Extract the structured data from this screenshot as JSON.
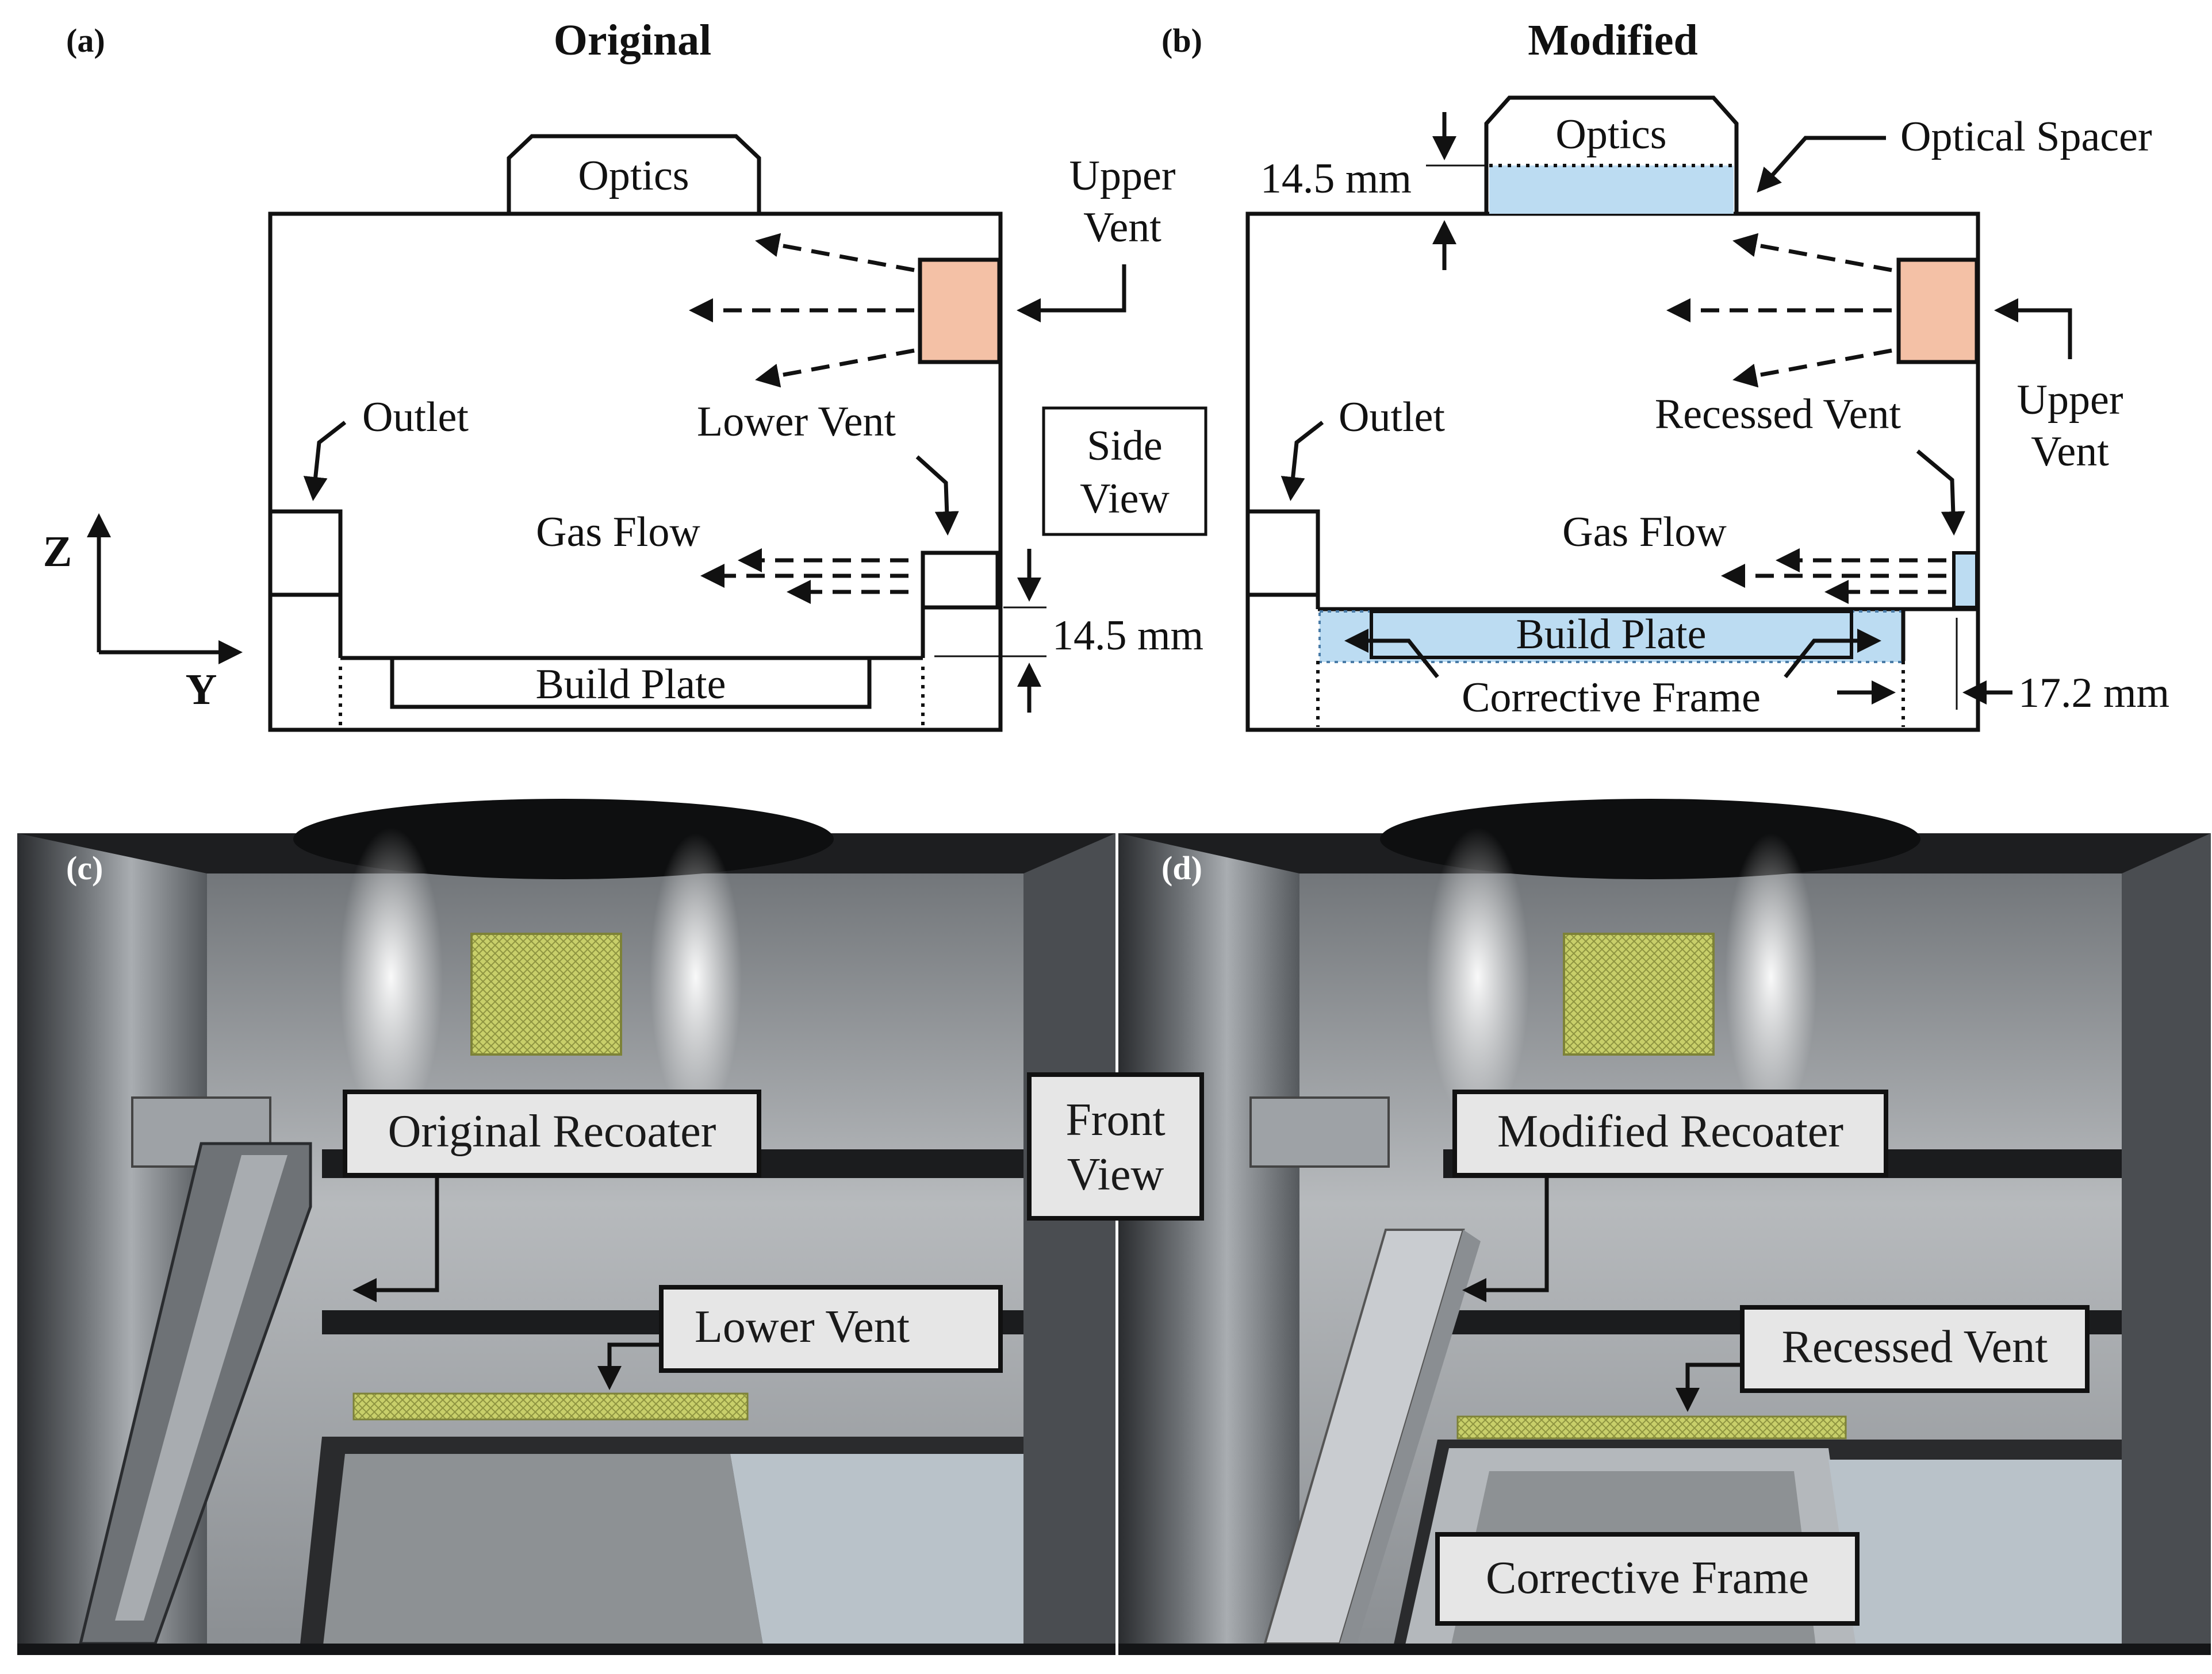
{
  "colors": {
    "vent_fill": "#f4c1a6",
    "modified_fill": "#bcdcf2",
    "modified_edge": "#4a7ca8",
    "grill": "#c8cf6a",
    "metal_dark": "#3a3c3f",
    "metal_light": "#bfc2c5",
    "callout_bg": "#e6e6e6"
  },
  "panels": {
    "a": {
      "letter": "(a)",
      "title": "Original",
      "optics": "Optics",
      "upper_vent_1": "Upper",
      "upper_vent_2": "Vent",
      "outlet": "Outlet",
      "lower_vent": "Lower Vent",
      "gas_flow": "Gas Flow",
      "build_plate": "Build Plate",
      "dim": "14.5 mm",
      "side_view_1": "Side",
      "side_view_2": "View",
      "axis_z": "Z",
      "axis_y": "Y"
    },
    "b": {
      "letter": "(b)",
      "title": "Modified",
      "optics": "Optics",
      "optical_spacer": "Optical Spacer",
      "dim_top": "14.5 mm",
      "outlet": "Outlet",
      "recessed_vent": "Recessed Vent",
      "upper_vent_1": "Upper",
      "upper_vent_2": "Vent",
      "gas_flow": "Gas Flow",
      "build_plate": "Build Plate",
      "corrective_frame": "Corrective Frame",
      "dim_side": "17.2 mm"
    },
    "c": {
      "letter": "(c)",
      "recoater": "Original  Recoater",
      "lower_vent": "Lower Vent",
      "front_view_1": "Front",
      "front_view_2": "View"
    },
    "d": {
      "letter": "(d)",
      "recoater": "Modified Recoater",
      "recessed_vent": "Recessed Vent",
      "corrective_frame": "Corrective Frame"
    }
  }
}
